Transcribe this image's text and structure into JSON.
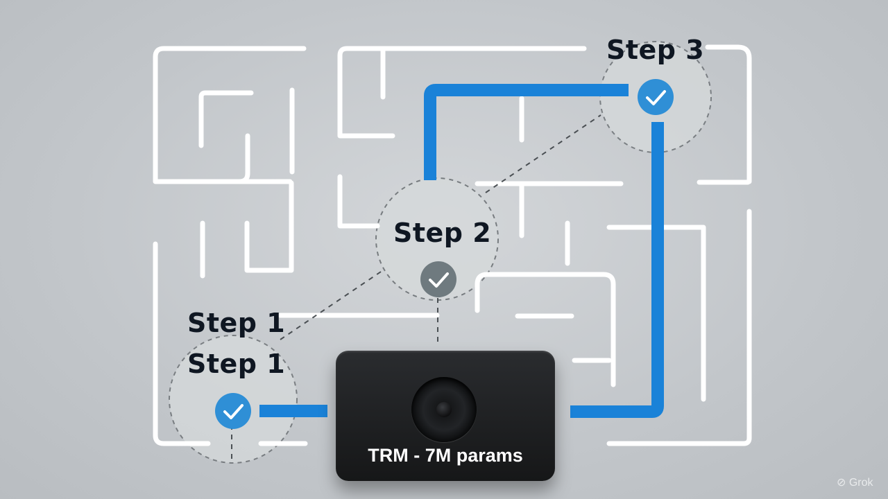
{
  "steps": [
    {
      "label": "Step 1",
      "status": "done"
    },
    {
      "label": "Step 1",
      "status": "done"
    },
    {
      "label": "Step 2",
      "status": "done"
    },
    {
      "label": "Step 3",
      "status": "done"
    }
  ],
  "device": {
    "label": "TRM - 7M params"
  },
  "watermark": {
    "text": "Grok"
  },
  "colors": {
    "path": "#1a82d8",
    "check_blue": "#2f8fd6",
    "check_gray": "#6f7a7f",
    "maze": "#ffffff"
  },
  "icons": [
    "checkmark-icon",
    "speaker-icon",
    "grok-logo-icon"
  ]
}
